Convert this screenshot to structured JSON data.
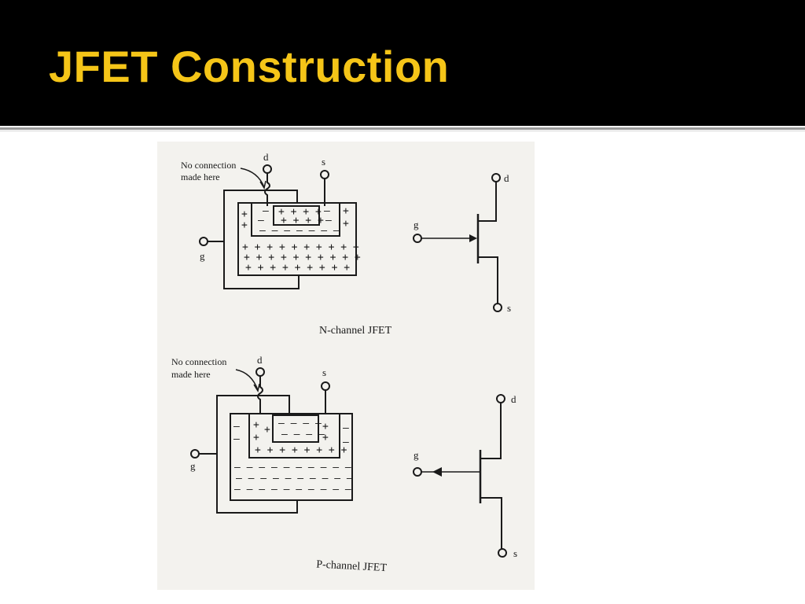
{
  "slide": {
    "title": "JFET Construction",
    "title_color": "#f5c518",
    "header_bg": "#000000"
  },
  "n_channel": {
    "caption": "N-channel JFET",
    "annotation_line1": "No connection",
    "annotation_line2": "made here",
    "drain_label": "d",
    "source_label": "s",
    "gate_label": "g",
    "symbol_gate_label": "g",
    "symbol_drain_label": "d",
    "symbol_source_label": "s"
  },
  "p_channel": {
    "caption": "P-channel JFET",
    "annotation_line1": "No connection",
    "annotation_line2": "made here",
    "drain_label": "d",
    "source_label": "s",
    "gate_label": "g",
    "symbol_gate_label": "g",
    "symbol_drain_label": "d",
    "symbol_source_label": "s"
  }
}
